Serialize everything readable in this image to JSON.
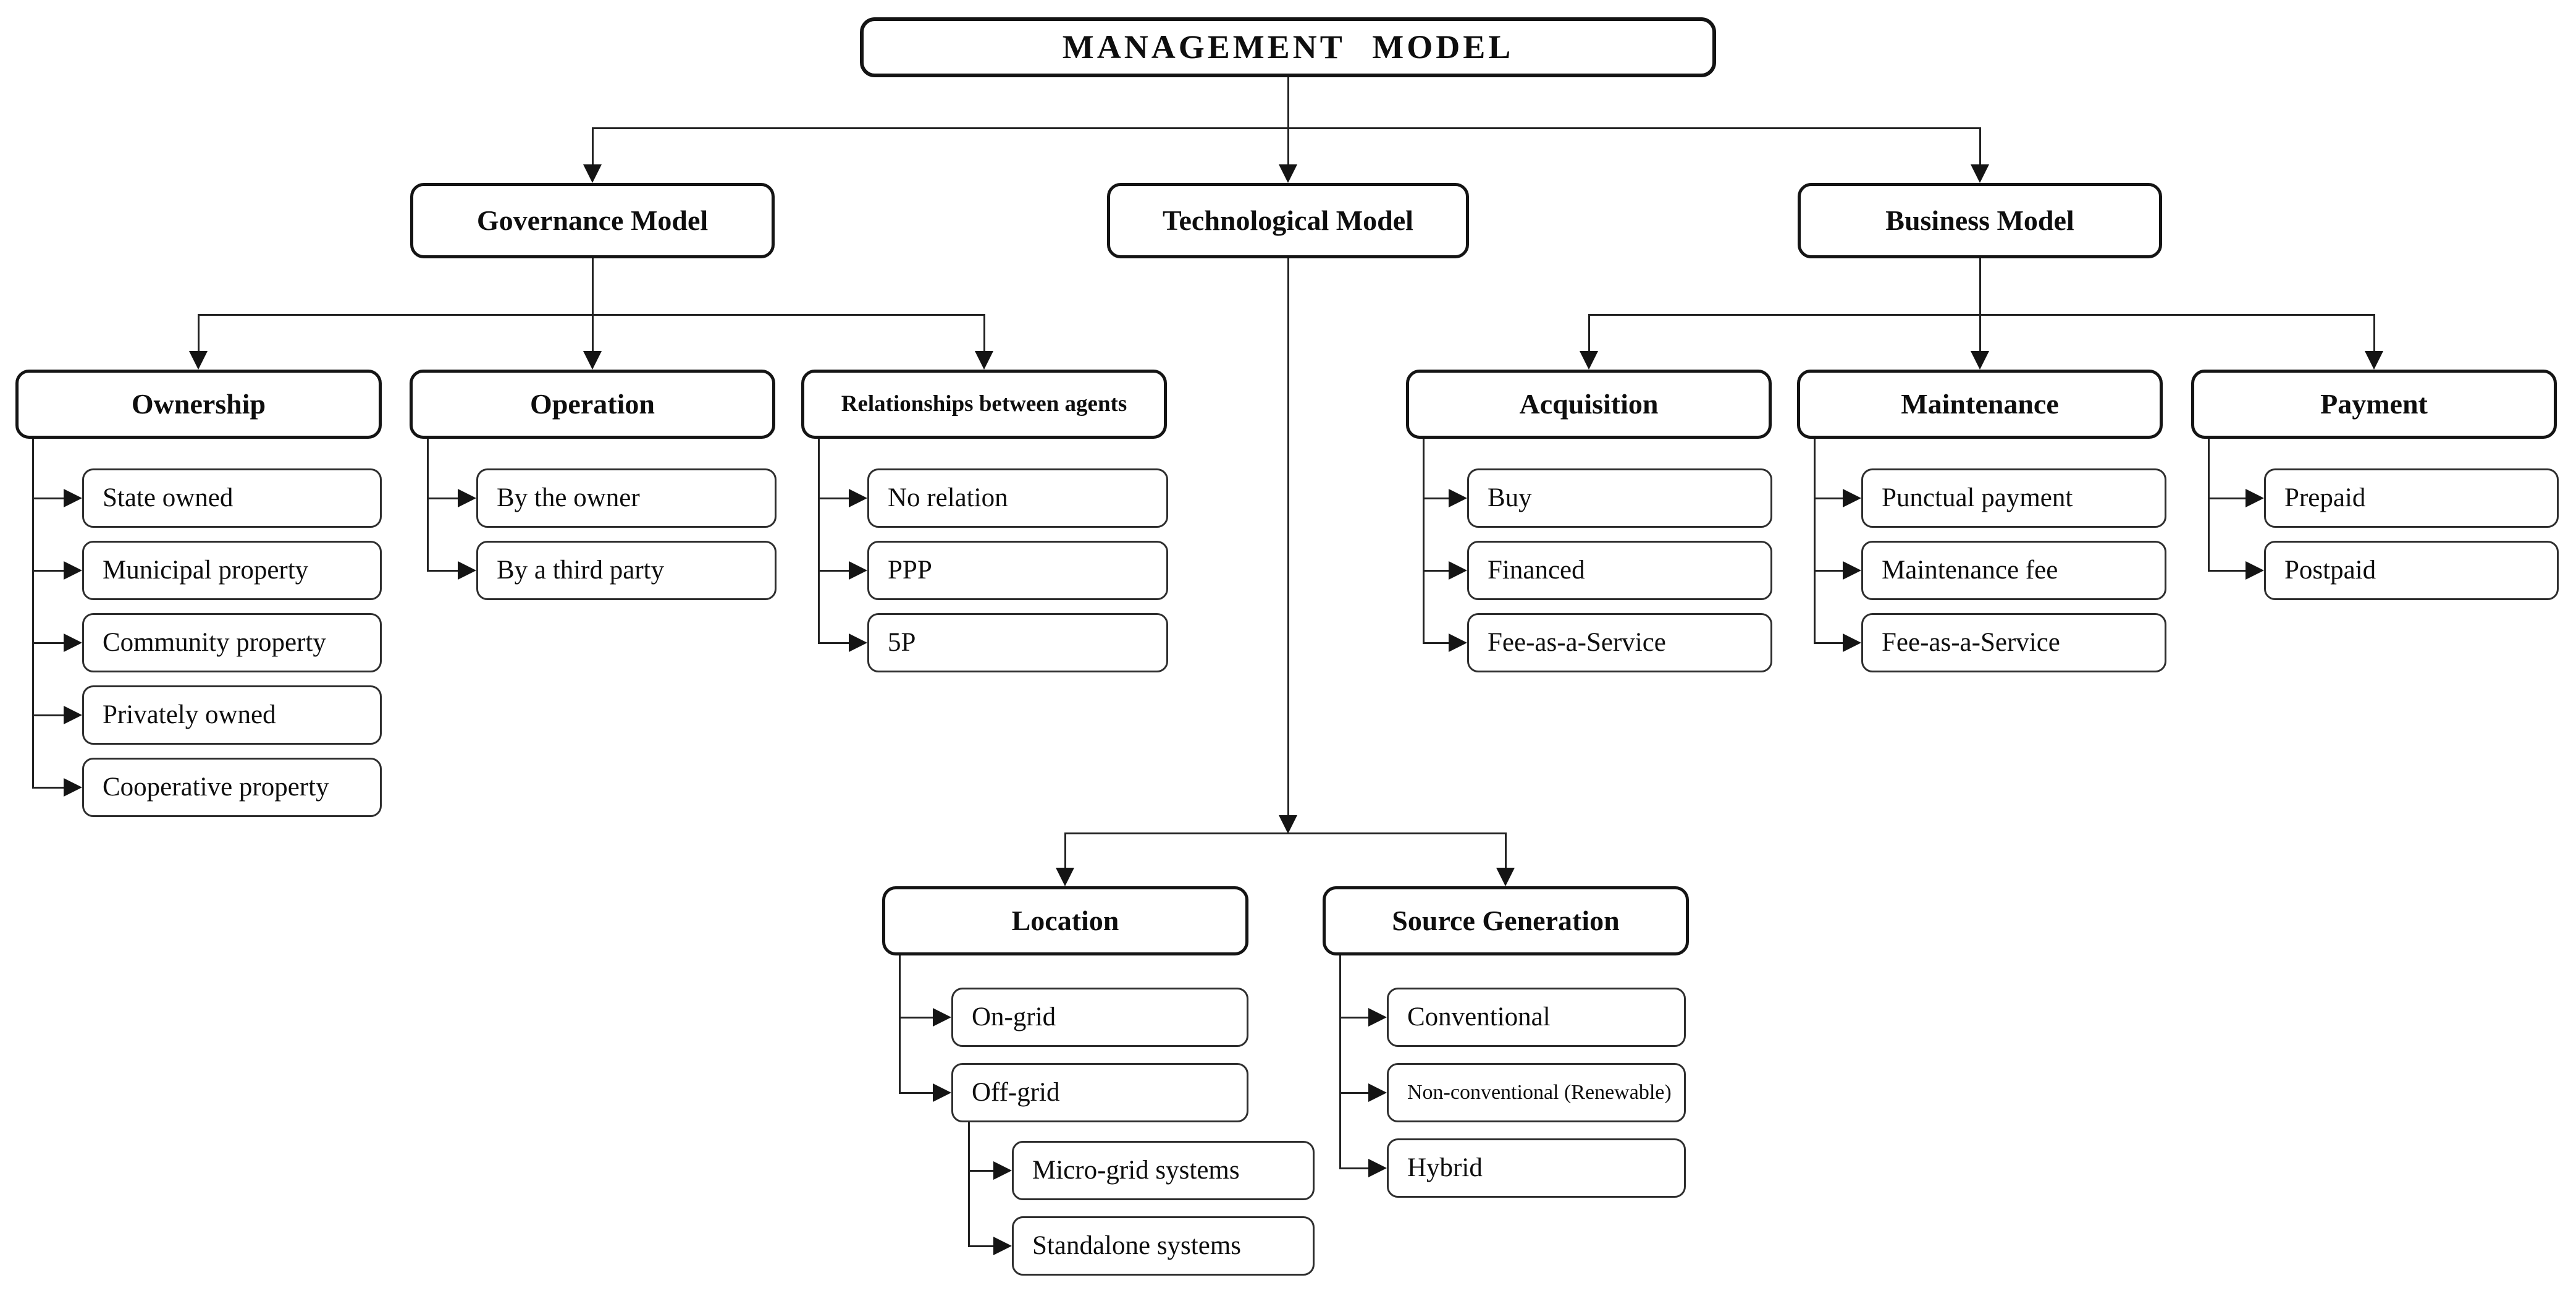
{
  "title": "MANAGEMENT MODEL",
  "level2": {
    "governance": "Governance Model",
    "technological": "Technological Model",
    "business": "Business Model"
  },
  "governance": {
    "ownership": {
      "label": "Ownership",
      "items": [
        "State owned",
        "Municipal property",
        "Community property",
        "Privately owned",
        "Cooperative property"
      ]
    },
    "operation": {
      "label": "Operation",
      "items": [
        "By the owner",
        "By a third party"
      ]
    },
    "relationships": {
      "label": "Relationships between agents",
      "items": [
        "No relation",
        "PPP",
        "5P"
      ]
    }
  },
  "technological": {
    "location": {
      "label": "Location",
      "items": [
        "On-grid",
        "Off-grid"
      ],
      "offgrid_items": [
        "Micro-grid systems",
        "Standalone systems"
      ]
    },
    "source_generation": {
      "label": "Source Generation",
      "items": [
        "Conventional",
        "Non-conventional (Renewable)",
        "Hybrid"
      ]
    }
  },
  "business": {
    "acquisition": {
      "label": "Acquisition",
      "items": [
        "Buy",
        "Financed",
        "Fee-as-a-Service"
      ]
    },
    "maintenance": {
      "label": "Maintenance",
      "items": [
        "Punctual payment",
        "Maintenance fee",
        "Fee-as-a-Service"
      ]
    },
    "payment": {
      "label": "Payment",
      "items": [
        "Prepaid",
        "Postpaid"
      ]
    }
  },
  "colors": {
    "ink": "#141414",
    "line": "#222222",
    "background": "#ffffff"
  }
}
